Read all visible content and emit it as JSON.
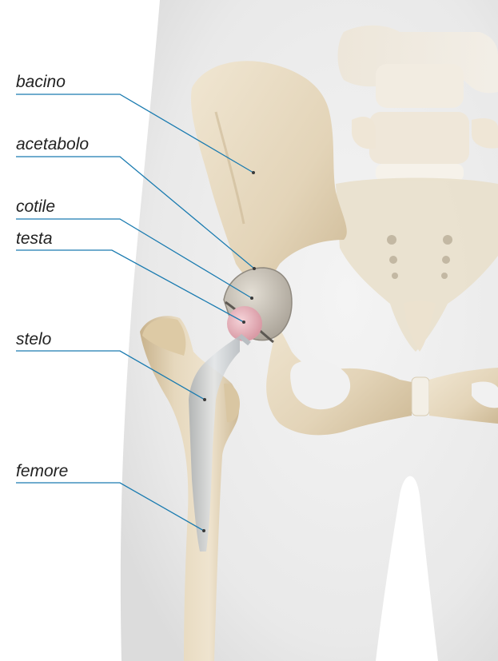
{
  "labels": {
    "bacino": "bacino",
    "acetabolo": "acetabolo",
    "cotile": "cotile",
    "testa": "testa",
    "stelo": "stelo",
    "femore": "femore"
  },
  "colors": {
    "leader_line": "#1a7bb0",
    "bone": "#e8dcc6",
    "body_silhouette": "#ececec",
    "cup": "#c9c3b8",
    "head": "#e8b7bf",
    "stem": "#bfc4c8"
  }
}
